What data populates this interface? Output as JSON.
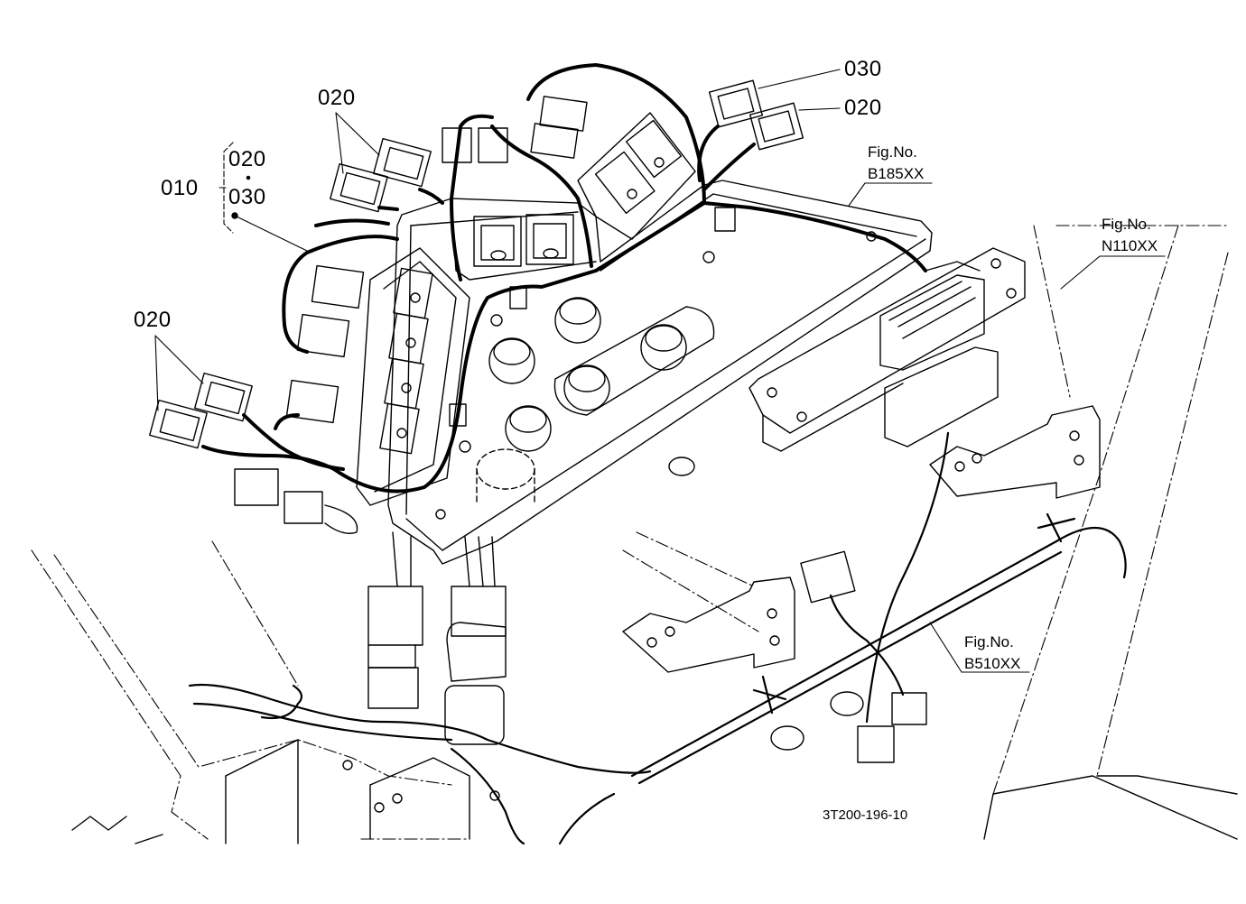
{
  "callouts": {
    "part_030_top": "030",
    "part_020_top_right": "020",
    "part_020_upper_left": "020",
    "part_010": "010",
    "part_010_sub_020": "020",
    "part_010_sub_030": "030",
    "part_020_left": "020"
  },
  "figure_refs": {
    "b185": {
      "prefix": "Fig.No.",
      "code": "B185XX"
    },
    "n110": {
      "prefix": "Fig.No.",
      "code": "N110XX"
    },
    "b510": {
      "prefix": "Fig.No.",
      "code": "B510XX"
    }
  },
  "drawing_id": "3T200-196-10"
}
